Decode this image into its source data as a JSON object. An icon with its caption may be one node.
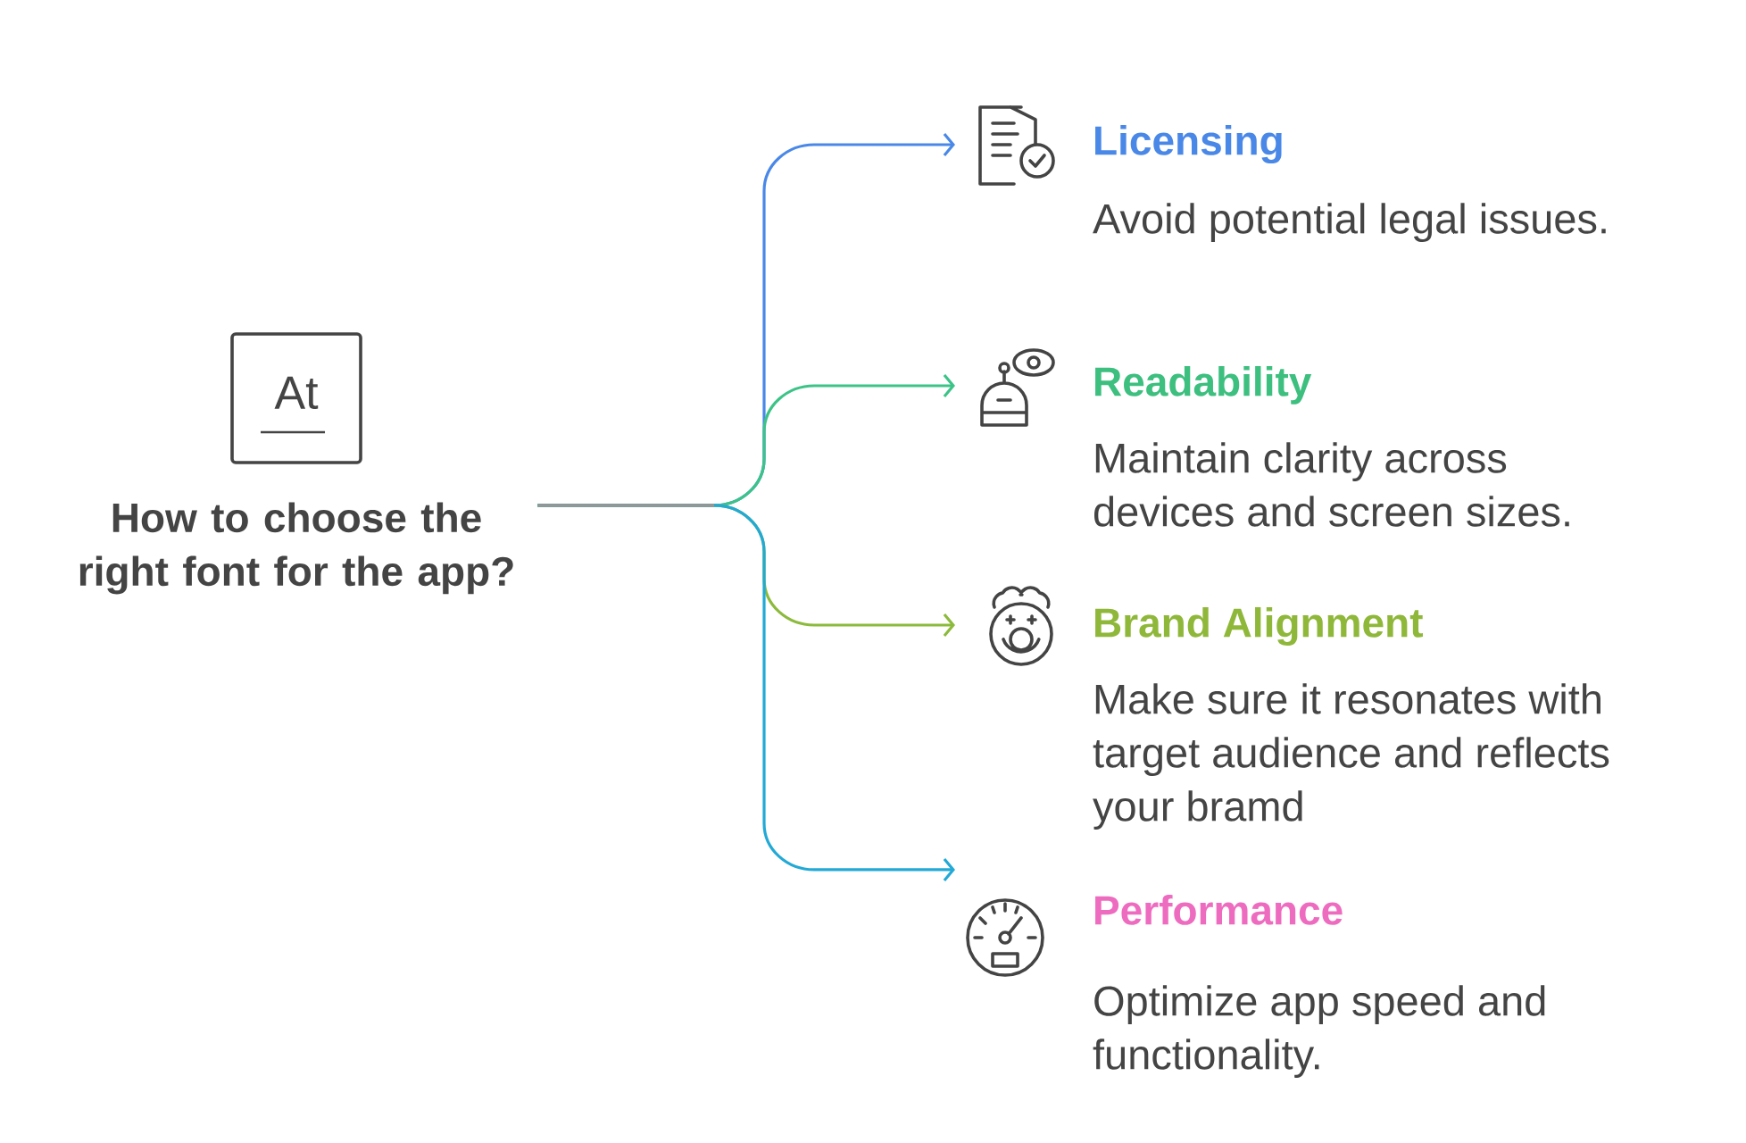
{
  "diagram": {
    "nodes": [
      {
        "text": [
          "How to choose the right font for the app?"
        ]
      },
      {
        "text": [
          "Licensing",
          "Avoid potential legal issues."
        ]
      },
      {
        "text": [
          "Readability",
          "Maintain clarity across devices and screen sizes."
        ]
      },
      {
        "text": [
          "Brand Alignment",
          "Make sure it resonates with target audience and reflects your bramd"
        ]
      },
      {
        "text": [
          "Performance",
          "Optimize app speed and functionality."
        ]
      }
    ],
    "edges": [
      {
        "from": 0,
        "to": 1,
        "arrow": "to",
        "color": "#4a88e8"
      },
      {
        "from": 0,
        "to": 2,
        "arrow": "to",
        "color": "#3cc387"
      },
      {
        "from": 0,
        "to": 3,
        "arrow": "to",
        "color": "#8cba3c"
      },
      {
        "from": 0,
        "to": 4,
        "arrow": "to",
        "color": "#22a9d6"
      }
    ],
    "labels": [
      "At"
    ]
  }
}
